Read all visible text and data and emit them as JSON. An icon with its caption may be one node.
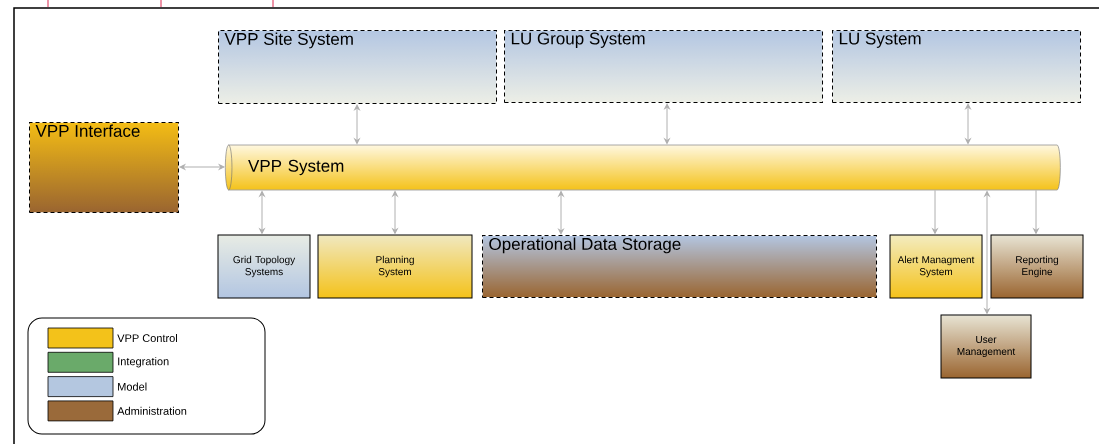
{
  "diagram": {
    "nodes": [
      {
        "text": [
          "VPP Site System"
        ]
      },
      {
        "text": [
          "LU Group System"
        ]
      },
      {
        "text": [
          "LU System"
        ]
      },
      {
        "text": [
          "VPP Interface"
        ]
      },
      {
        "text": [
          "VPP System"
        ]
      },
      {
        "text": [
          "Grid Topology Systems"
        ]
      },
      {
        "text": [
          "Planning System"
        ]
      },
      {
        "text": [
          "Operational Data Storage"
        ]
      },
      {
        "text": [
          "Alert Managment System"
        ]
      },
      {
        "text": [
          "Reporting Engine"
        ]
      },
      {
        "text": [
          "User Management"
        ]
      }
    ],
    "edges": [
      {
        "from": 0,
        "to": 4,
        "arrow": "both"
      },
      {
        "from": 1,
        "to": 4,
        "arrow": "both"
      },
      {
        "from": 2,
        "to": 4,
        "arrow": "both"
      },
      {
        "from": 3,
        "to": 4,
        "arrow": "both"
      },
      {
        "from": 4,
        "to": 5,
        "arrow": "both"
      },
      {
        "from": 4,
        "to": 6,
        "arrow": "both"
      },
      {
        "from": 4,
        "to": 7,
        "arrow": "both"
      },
      {
        "from": 4,
        "to": 8,
        "arrow": "to"
      },
      {
        "from": 4,
        "to": 10,
        "arrow": "both"
      },
      {
        "from": 4,
        "to": 9,
        "arrow": "to"
      }
    ],
    "legend": [
      {
        "text": "VPP Control",
        "color": "#f3c21a"
      },
      {
        "text": "Integration",
        "color": "#6aaa6a"
      },
      {
        "text": "Model",
        "color": "#b4c7e0"
      },
      {
        "text": "Administration",
        "color": "#9a6a3a"
      }
    ]
  }
}
